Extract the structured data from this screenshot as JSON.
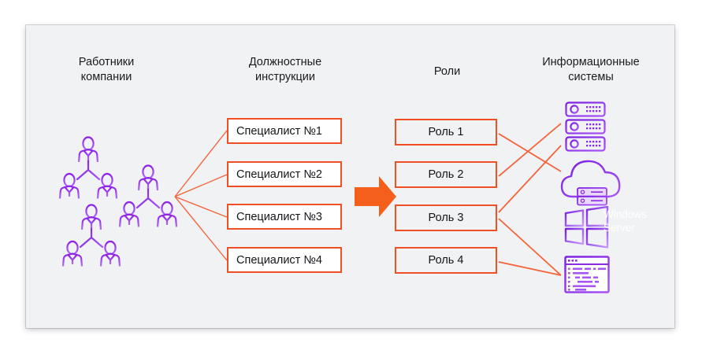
{
  "diagram": {
    "title_columns": {
      "workers": "Работники\nкомпании",
      "job_descriptions": "Должностные\nинструкции",
      "roles": "Роли",
      "information_systems": "Информационные\nсистемы"
    },
    "job_description_boxes": [
      {
        "label": "Специалист №1"
      },
      {
        "label": "Специалист №2"
      },
      {
        "label": "Специалист №3"
      },
      {
        "label": "Специалист №4"
      }
    ],
    "role_boxes": [
      {
        "label": "Роль 1"
      },
      {
        "label": "Роль 2"
      },
      {
        "label": "Роль 3"
      },
      {
        "label": "Роль 4"
      }
    ],
    "information_systems": [
      {
        "name": "server-stack-icon",
        "label": ""
      },
      {
        "name": "cloud-server-icon",
        "label": ""
      },
      {
        "name": "windows-server-icon",
        "label": "Windows\nServer"
      },
      {
        "name": "code-window-icon",
        "label": ""
      }
    ],
    "employee_groups": [
      {
        "name": "people-group-icon"
      },
      {
        "name": "people-group-icon"
      },
      {
        "name": "people-group-icon"
      }
    ],
    "flow_arrow": {
      "name": "right-arrow-icon"
    },
    "colors": {
      "accent_orange": "#f04e23",
      "connector_orange": "#f4633a",
      "icon_purple": "#8a2be2",
      "icon_violet": "#a855f7",
      "canvas_background": "#f1f2f4",
      "page_background": "#ffffff",
      "box_fill_white": "#ffffff",
      "text_dark": "#16161a",
      "windows_label_text": "#ffffff"
    }
  }
}
